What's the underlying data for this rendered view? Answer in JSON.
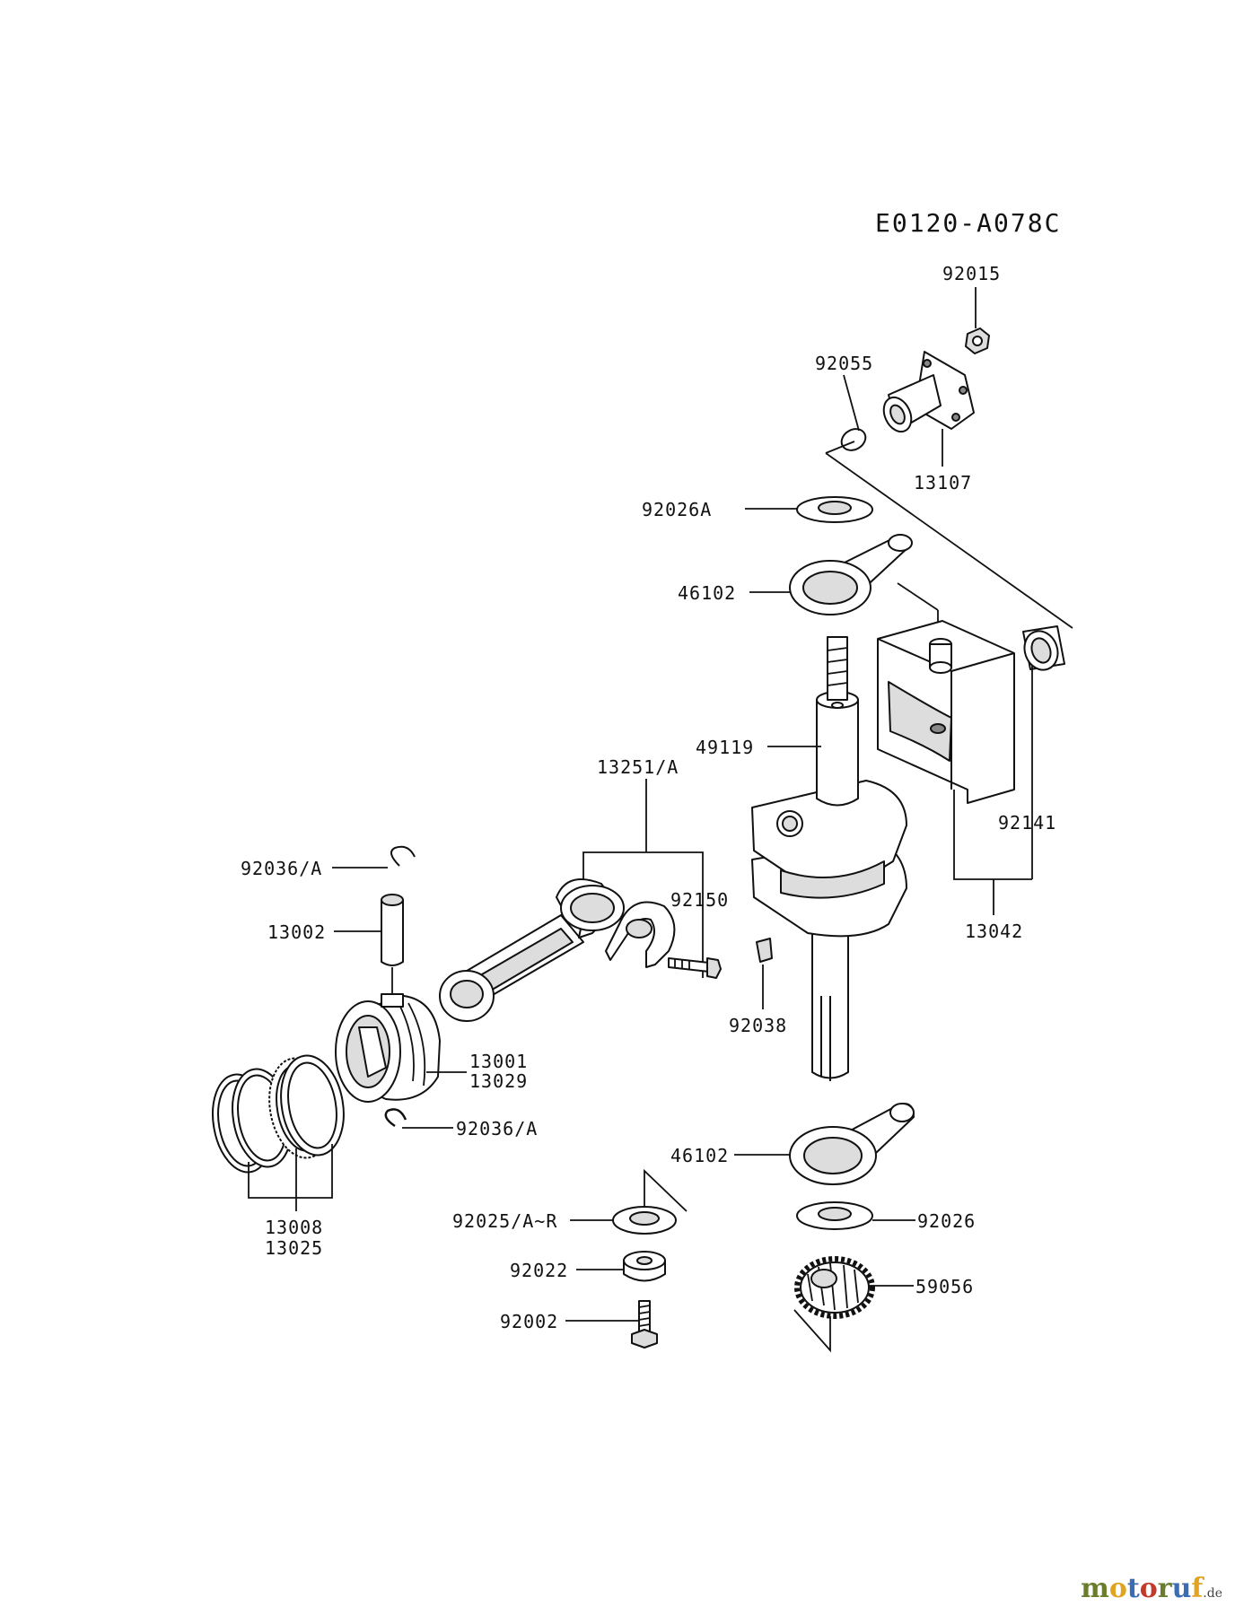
{
  "diagram_code": "E0120-A078C",
  "watermark": "motoruf.de",
  "parts": {
    "p92015": "92015",
    "p92055": "92055",
    "p13107": "13107",
    "p92026A": "92026A",
    "p46102_top": "46102",
    "p49119": "49119",
    "p92141": "92141",
    "p13042": "13042",
    "p13251A": "13251/A",
    "p92150": "92150",
    "p92036A_top": "92036/A",
    "p13002": "13002",
    "p92038": "92038",
    "p13001": "13001",
    "p13029": "13029",
    "p92036A_bottom": "92036/A",
    "p46102_bottom": "46102",
    "p13008": "13008",
    "p13025": "13025",
    "p92025AR": "92025/A~R",
    "p92026": "92026",
    "p92022": "92022",
    "p59056": "59056",
    "p92002": "92002"
  }
}
